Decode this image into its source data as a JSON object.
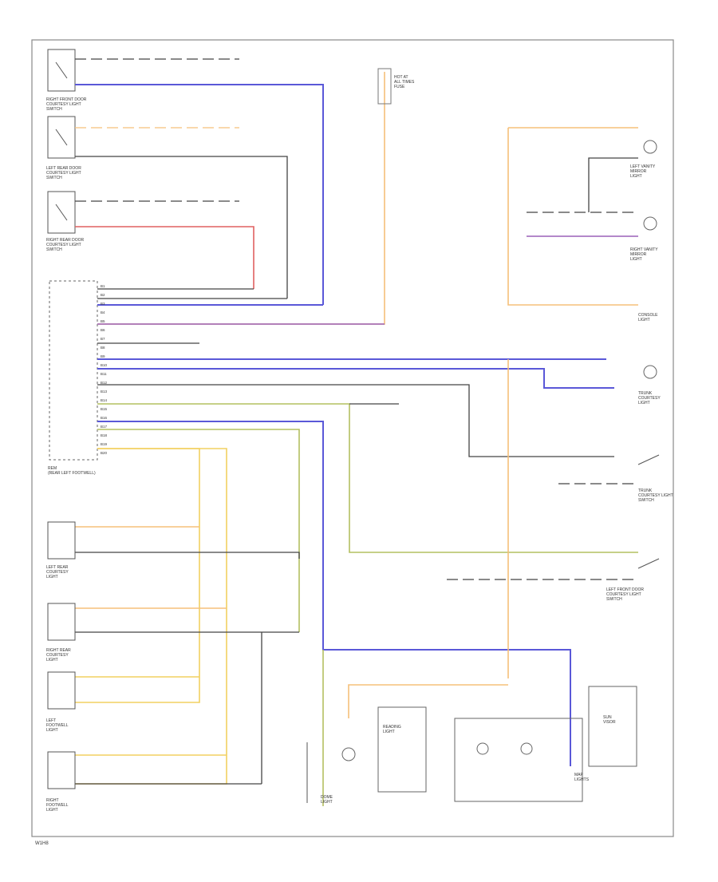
{
  "diagram": {
    "footer_code": "W1H8",
    "wire_colors": {
      "blue": "#5a58d8",
      "orange": "#f5c07a",
      "yellow": "#f2d060",
      "red": "#e06060",
      "purple": "#9a60b8",
      "green": "#b4c060",
      "black": "#444444",
      "gray": "#9a9a9a"
    },
    "left_components": [
      {
        "label": "RIGHT FRONT DOOR\nCOURTESY LIGHT\nSWITCH"
      },
      {
        "label": "LEFT REAR DOOR\nCOURTESY LIGHT\nSWITCH"
      },
      {
        "label": "RIGHT REAR DOOR\nCOURTESY LIGHT\nSWITCH"
      }
    ],
    "lower_left_components": [
      {
        "label": "LEFT REAR\nCOURTESY\nLIGHT"
      },
      {
        "label": "RIGHT REAR\nCOURTESY\nLIGHT"
      },
      {
        "label": "LEFT\nFOOTWELL\nLIGHT"
      },
      {
        "label": "RIGHT\nFOOTWELL\nLIGHT"
      }
    ],
    "right_components": [
      {
        "label": "LEFT VANITY\nMIRROR\nLIGHT"
      },
      {
        "label": "RIGHT VANITY\nMIRROR\nLIGHT"
      },
      {
        "label": "CONSOLE\nLIGHT"
      },
      {
        "label": "TRUNK\nCOURTESY\nLIGHT"
      },
      {
        "label": "TRUNK\nCOURTESY LIGHT\nSWITCH"
      },
      {
        "label": "LEFT FRONT DOOR\nCOURTESY LIGHT\nSWITCH"
      }
    ],
    "connector_module": {
      "label": "REM\n(REAR LEFT FOOTWELL)"
    },
    "fuse_block": {
      "label": "HOT AT\nALL TIMES\nFUSE"
    },
    "bottom_components": [
      {
        "label": "DOME\nLIGHT"
      },
      {
        "label": "READING\nLIGHT"
      },
      {
        "label": "MAP\nLIGHTS"
      },
      {
        "label": "SUN\nVISOR"
      }
    ],
    "connector_pins": [
      "B1",
      "B2",
      "B3",
      "B4",
      "B5",
      "B6",
      "B7",
      "B8",
      "B9",
      "B10",
      "B11",
      "B12",
      "B13",
      "B14",
      "B15",
      "B16",
      "B17",
      "B18",
      "B19",
      "B20"
    ]
  }
}
